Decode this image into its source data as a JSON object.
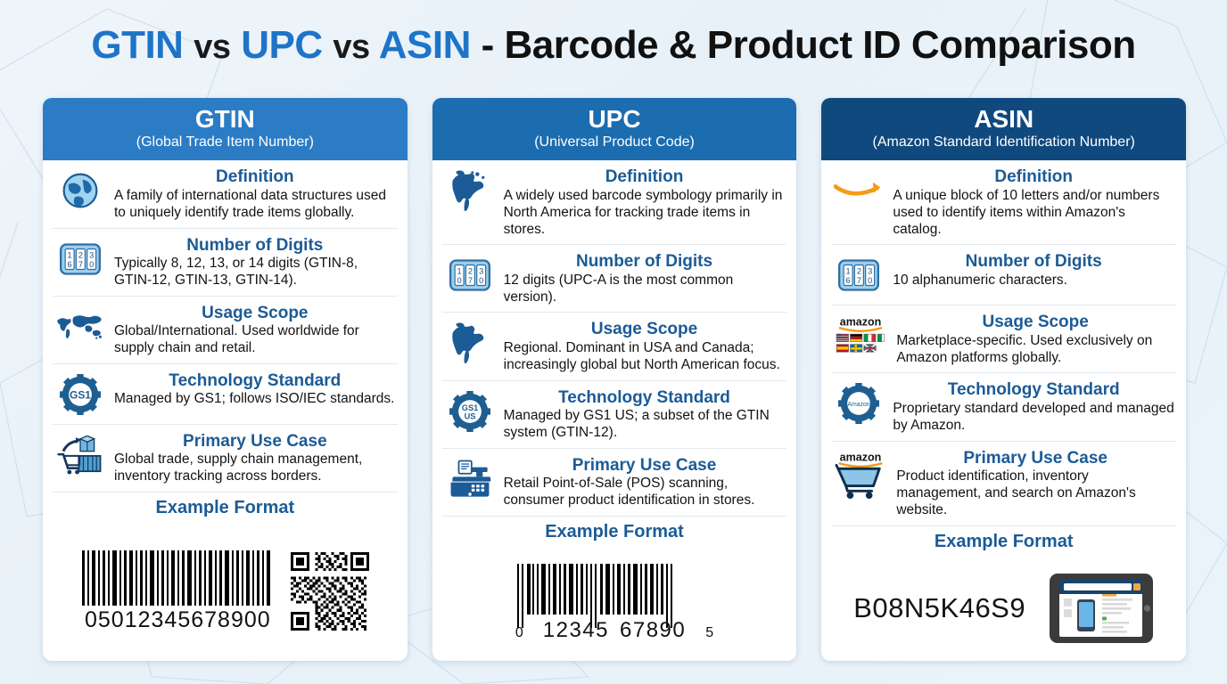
{
  "title": {
    "part1": "GTIN",
    "vs1": "vs",
    "part2": "UPC",
    "vs2": "vs",
    "part3": "ASIN",
    "tail": "- Barcode & Product ID Comparison"
  },
  "colors": {
    "gtin_header": "#2b7cc4",
    "upc_header": "#1c6cb0",
    "asin_header": "#10497e",
    "heading_blue": "#1b5b96",
    "title_blue": "#1e74c8",
    "amazon_orange": "#f59b16",
    "background": "#eaf2f8"
  },
  "columns": [
    {
      "abbr": "GTIN",
      "full": "(Global Trade Item Number)",
      "header_color": "#2b7cc4",
      "rows": [
        {
          "icon": "globe-icon",
          "title": "Definition",
          "desc": "A family of international data structures used to uniquely identify trade items globally."
        },
        {
          "icon": "digit-counter-icon",
          "title": "Number of Digits",
          "desc": "Typically 8, 12, 13, or 14 digits (GTIN-8, GTIN-12, GTIN-13, GTIN-14)."
        },
        {
          "icon": "world-map-icon",
          "title": "Usage Scope",
          "desc": "Global/International. Used worldwide for supply chain and retail."
        },
        {
          "icon": "gs1-gear-icon",
          "title": "Technology Standard",
          "desc": "Managed by GS1; follows ISO/IEC standards."
        },
        {
          "icon": "shipping-cart-icon",
          "title": "Primary Use Case",
          "desc": "Global trade, supply chain management, inventory tracking across borders."
        }
      ],
      "example": {
        "title": "Example Format",
        "type": "barcode-and-qr",
        "number": "05012345678900"
      }
    },
    {
      "abbr": "UPC",
      "full": "(Universal Product Code)",
      "header_color": "#1c6cb0",
      "rows": [
        {
          "icon": "north-america-icon",
          "title": "Definition",
          "desc": "A widely used barcode symbology primarily in North America for tracking trade items in stores."
        },
        {
          "icon": "digit-counter-icon",
          "title": "Number of Digits",
          "desc": "12 digits (UPC-A is the most common version)."
        },
        {
          "icon": "north-america-icon",
          "title": "Usage Scope",
          "desc": "Regional. Dominant in USA and Canada; increasingly global but North American focus."
        },
        {
          "icon": "gs1-us-gear-icon",
          "title": "Technology Standard",
          "desc": "Managed by GS1 US; a subset of the GTIN system (GTIN-12)."
        },
        {
          "icon": "cash-register-icon",
          "title": "Primary Use Case",
          "desc": "Retail Point-of-Sale (POS) scanning, consumer product identification in stores."
        }
      ],
      "example": {
        "title": "Example Format",
        "type": "upc-barcode",
        "lead_digit": "0",
        "left_group": "12345",
        "right_group": "67890",
        "check_digit": "5"
      }
    },
    {
      "abbr": "ASIN",
      "full": "(Amazon Standard Identification Number)",
      "header_color": "#10497e",
      "rows": [
        {
          "icon": "amazon-smile-icon",
          "title": "Definition",
          "desc": "A unique block of 10 letters and/or numbers used to identify items within Amazon's catalog."
        },
        {
          "icon": "digit-counter-icon",
          "title": "Number of Digits",
          "desc": "10 alphanumeric characters."
        },
        {
          "icon": "amazon-marketplaces-flags-icon",
          "title": "Usage Scope",
          "desc": "Marketplace-specific. Used exclusively on Amazon platforms globally."
        },
        {
          "icon": "amazon-gear-icon",
          "title": "Technology Standard",
          "desc": "Proprietary standard developed and managed by Amazon."
        },
        {
          "icon": "amazon-cart-icon",
          "title": "Primary Use Case",
          "desc": "Product identification, inventory management, and search on Amazon's website."
        }
      ],
      "example": {
        "title": "Example Format",
        "type": "asin-code",
        "code": "B08N5K46S9"
      }
    }
  ]
}
